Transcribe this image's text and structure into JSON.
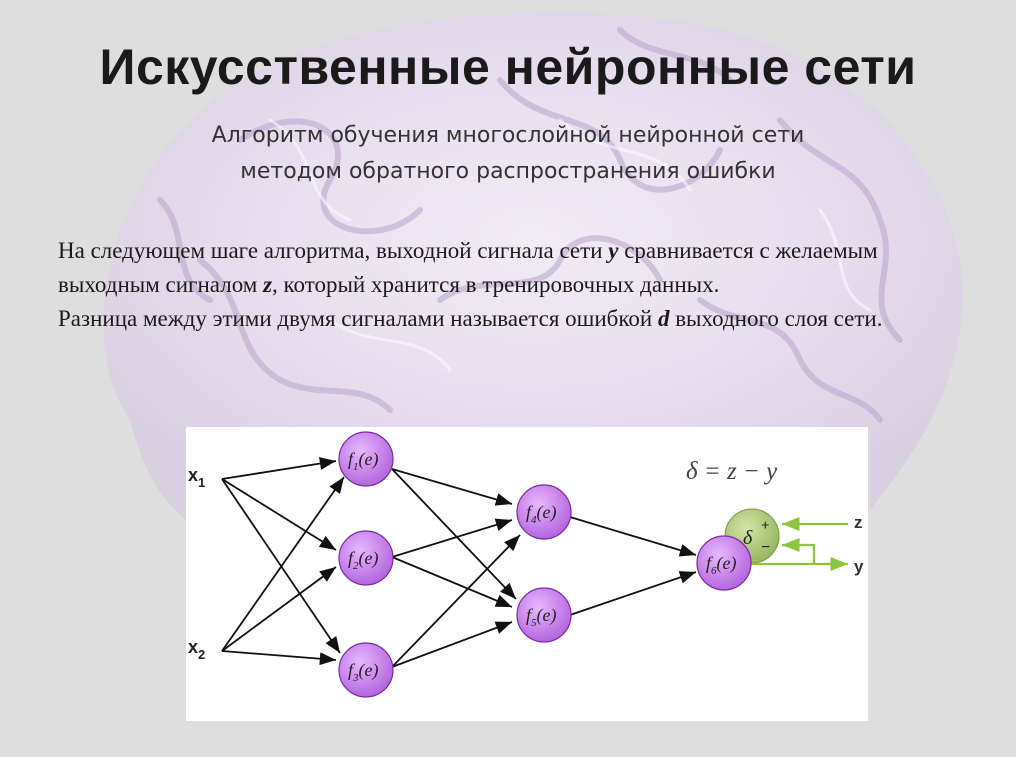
{
  "title": "Искусственные нейронные сети",
  "subtitle": {
    "line1": "Алгоритм обучения многослойной нейронной сети",
    "line2": "методом обратного распространения ошибки"
  },
  "paragraph1": {
    "t1": "На следующем шаге алгоритма, выходной сигнала сети ",
    "var_y": "y",
    "t2": " сравнивается с желаемым выходным сигналом ",
    "var_z": "z",
    "t3": ", который хранится в тренировочных данных."
  },
  "paragraph2": {
    "t1": "Разница между этими двумя сигналами называется ошибкой ",
    "var_d": "d",
    "t2": " выходного слоя сети."
  },
  "diagram": {
    "inputs": [
      {
        "name": "x",
        "index": "1"
      },
      {
        "name": "x",
        "index": "2"
      }
    ],
    "neurons": [
      {
        "id": "f1",
        "f": "f",
        "sub": "1",
        "arg": "(e)"
      },
      {
        "id": "f2",
        "f": "f",
        "sub": "2",
        "arg": "(e)"
      },
      {
        "id": "f3",
        "f": "f",
        "sub": "3",
        "arg": "(e)"
      },
      {
        "id": "f4",
        "f": "f",
        "sub": "4",
        "arg": "(e)"
      },
      {
        "id": "f5",
        "f": "f",
        "sub": "5",
        "arg": "(e)"
      },
      {
        "id": "f6",
        "f": "f",
        "sub": "6",
        "arg": "(e)"
      }
    ],
    "formula": "δ = z − y",
    "error_node": {
      "symbol": "δ",
      "plus": "+",
      "minus": "−"
    },
    "signal_z": "z",
    "signal_y": "y",
    "colors": {
      "neuron_fill": "#c47ae6",
      "neuron_stroke": "#7a2aa8",
      "error_fill": "#a6c46a",
      "signal_arrow": "#8cc63f",
      "edge": "#111111"
    }
  }
}
